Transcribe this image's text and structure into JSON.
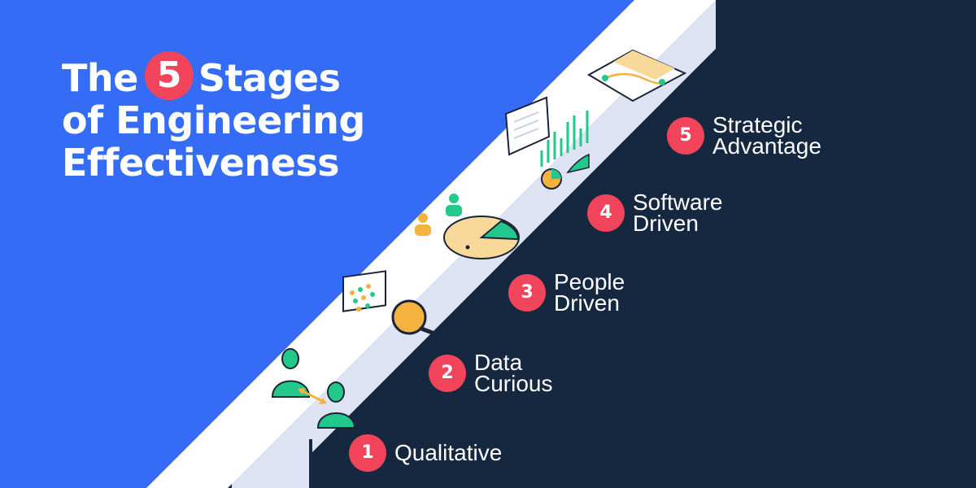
{
  "title": {
    "line1_before": "The",
    "number": "5",
    "line1_after": "Stages",
    "line2": "of Engineering",
    "line3": "Effectiveness"
  },
  "stages": [
    {
      "number": "1",
      "line1": "Qualitative",
      "line2": "",
      "icon": "people-exchange-icon"
    },
    {
      "number": "2",
      "line1": "Data",
      "line2": "Curious",
      "icon": "magnifier-icon"
    },
    {
      "number": "3",
      "line1": "People",
      "line2": "Driven",
      "icon": "pie-chart-people-icon"
    },
    {
      "number": "4",
      "line1": "Software",
      "line2": "Driven",
      "icon": "dashboard-charts-icon"
    },
    {
      "number": "5",
      "line1": "Strategic",
      "line2": "Advantage",
      "icon": "map-route-icon"
    }
  ],
  "colors": {
    "blue_background": "#356cf5",
    "navy_background": "#162840",
    "badge_red": "#f2455c",
    "green_accent": "#22c98a",
    "orange_accent": "#f5b23e"
  }
}
